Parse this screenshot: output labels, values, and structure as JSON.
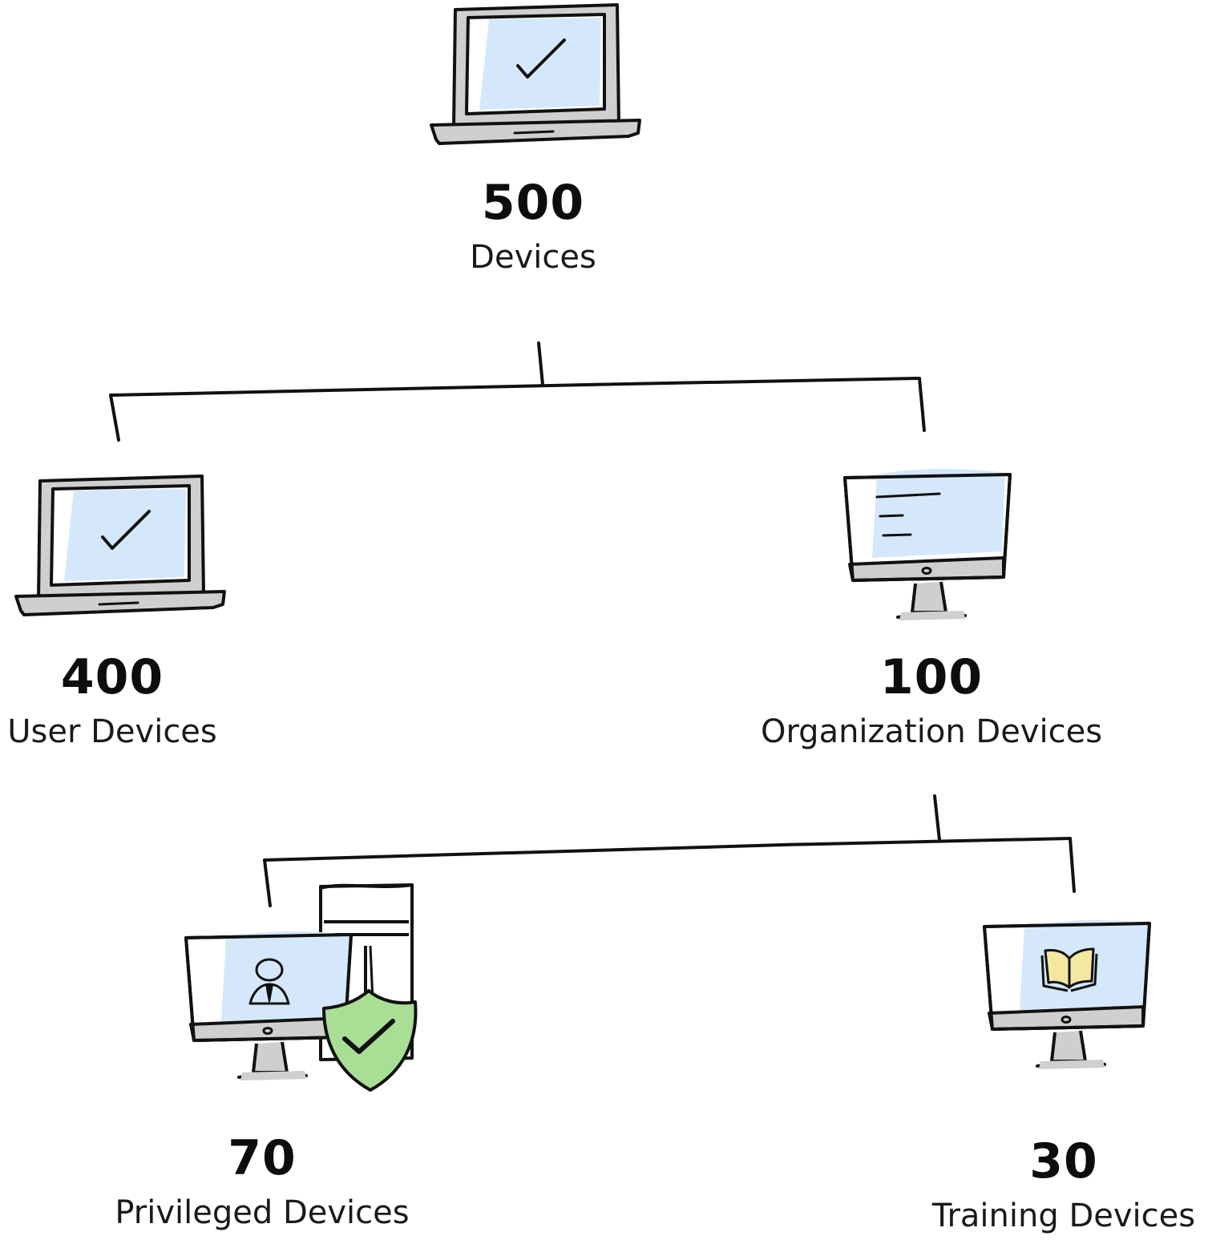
{
  "root": {
    "count": "500",
    "label": "Devices",
    "icon": "laptop-check-icon"
  },
  "children": [
    {
      "count": "400",
      "label": "User Devices",
      "icon": "laptop-check-icon"
    },
    {
      "count": "100",
      "label": "Organization Devices",
      "icon": "monitor-text-icon",
      "children": [
        {
          "count": "70",
          "label": "Privileged Devices",
          "icon": "monitor-user-shield-icon"
        },
        {
          "count": "30",
          "label": "Training Devices",
          "icon": "monitor-book-icon"
        }
      ]
    }
  ],
  "colors": {
    "screen": "#d5e8fb",
    "frame": "#cfcfcf",
    "outline": "#111111",
    "shield": "#a8df95",
    "book": "#f2e8a0"
  }
}
